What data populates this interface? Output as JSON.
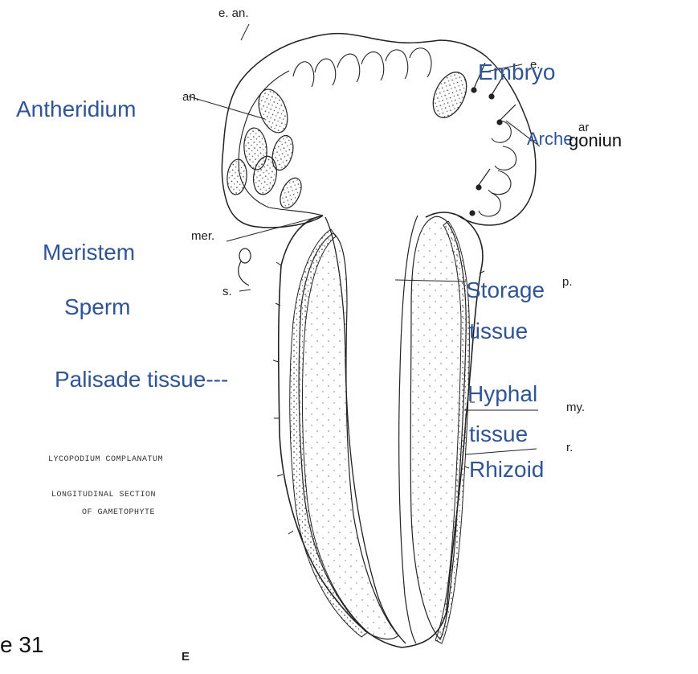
{
  "colors": {
    "label_blue": "#2f5597",
    "ink": "#222222",
    "stipple": "#555555"
  },
  "labels": {
    "antheridium": "Antheridium",
    "embryo": "Embryo",
    "archegonium_a": "Arche",
    "archegonium_b": "goniun",
    "meristem": "Meristem",
    "sperm": "Sperm",
    "storage_a": "Storage",
    "storage_b": "tissue",
    "palisade": "Palisade tissue---",
    "hyphal_a": "Hyphal",
    "hyphal_b": "tissue",
    "rhizoid": "Rhizoid",
    "slide": "e 31"
  },
  "original_labels": {
    "e_an": "e. an.",
    "an": "an.",
    "e": "e.",
    "ar": "ar",
    "mer": "mer.",
    "s": "s.",
    "p": "p.",
    "my": "my.",
    "r": "r.",
    "fig": "E"
  },
  "caption": {
    "line1": "LYCOPODIUM COMPLANATUM",
    "line2": "LONGITUDINAL SECTION",
    "line3": "OF GAMETOPHYTE"
  }
}
